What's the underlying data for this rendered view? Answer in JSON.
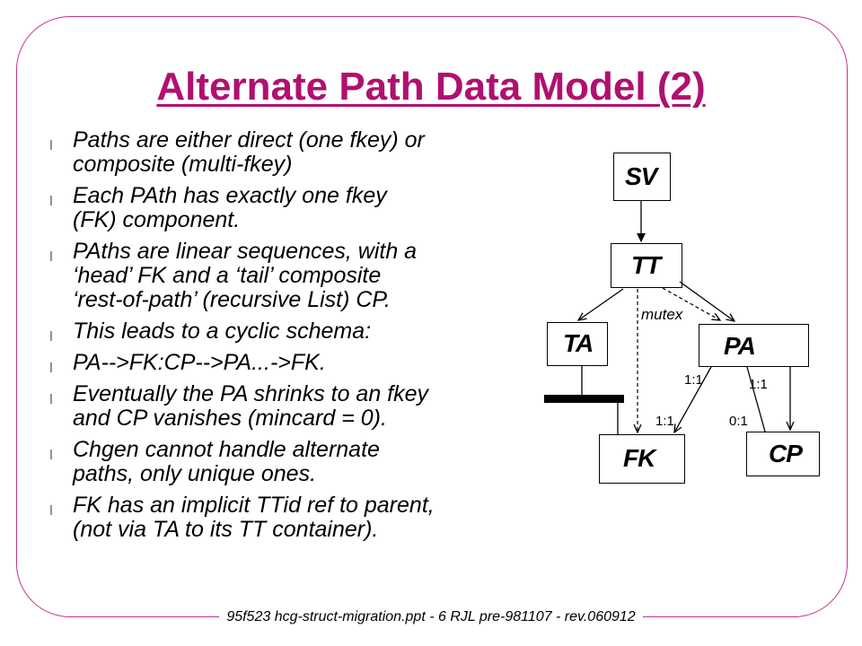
{
  "slide": {
    "title": "Alternate Path Data Model (2)",
    "bullet_marker": "l",
    "bullets": [
      "Paths are either direct (one fkey) or\ncomposite (multi-fkey)",
      "Each PAth has exactly one fkey\n(FK) component.",
      "PAths are linear sequences, with a\n‘head’ FK and a ‘tail’ composite\n‘rest-of-path’ (recursive List) CP.",
      "This leads to a cyclic schema:",
      "PA-->FK:CP-->PA...->FK.",
      "Eventually the PA shrinks to an fkey\nand CP vanishes (mincard = 0).",
      "Chgen cannot handle alternate\npaths, only unique ones.",
      "FK has an implicit TTid ref to parent,\n(not via TA to its TT container)."
    ],
    "footer": "95f523  hcg-struct-migration.ppt - 6 RJL pre-981107 - rev.060912"
  },
  "diagram": {
    "nodes": {
      "sv": "SV",
      "tt": "TT",
      "ta": "TA",
      "pa": "PA",
      "fk": "FK",
      "cp": "CP"
    },
    "labels": {
      "mutex": "mutex",
      "pa_fk_top": "1:1",
      "pa_fk_bottom": "1:1",
      "pa_cp_top": "1:1",
      "pa_cp_bottom": "0:1"
    }
  },
  "colors": {
    "title": "#b0106f",
    "frame": "#c0338a"
  }
}
